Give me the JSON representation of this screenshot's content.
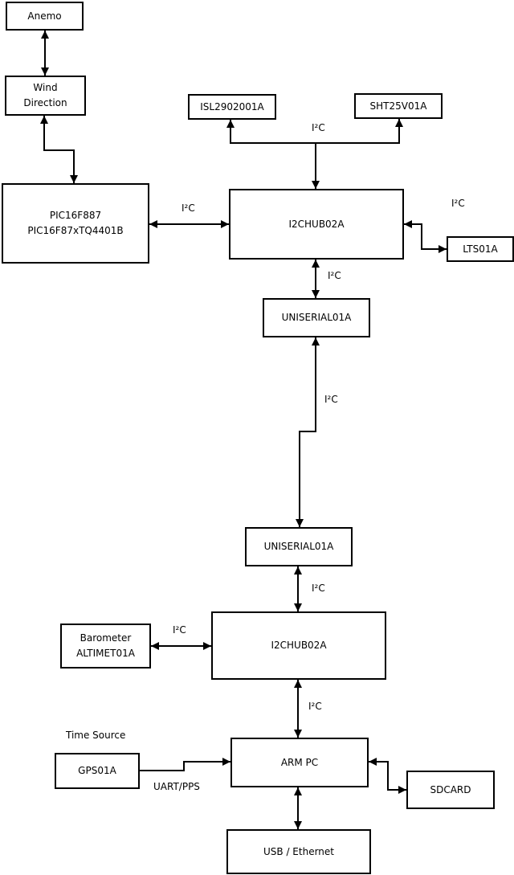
{
  "colors": {
    "background": "#ffffff",
    "line": "#000000",
    "box_fill": "#ffffff",
    "text": "#000000"
  },
  "nodes": {
    "anemo": {
      "label": "Anemo"
    },
    "wind_direction": {
      "label": "Wind\nDirection"
    },
    "pic": {
      "label": "PIC16F887\nPIC16F87xTQ4401B"
    },
    "isl": {
      "label": "ISL2902001A"
    },
    "sht": {
      "label": "SHT25V01A"
    },
    "i2c_hub_1": {
      "label": "I2CHUB02A"
    },
    "lts": {
      "label": "LTS01A"
    },
    "uniserial_1": {
      "label": "UNISERIAL01A"
    },
    "uniserial_2": {
      "label": "UNISERIAL01A"
    },
    "i2c_hub_2": {
      "label": "I2CHUB02A"
    },
    "barometer": {
      "label": "Barometer\nALTIMET01A"
    },
    "gps": {
      "label": "GPS01A"
    },
    "arm_pc": {
      "label": "ARM PC"
    },
    "sdcard": {
      "label": "SDCARD"
    },
    "usb_ethernet": {
      "label": "USB / Ethernet"
    }
  },
  "labels": {
    "i2c_top_bus": "I²C",
    "i2c_hub1_lts": "I²C",
    "i2c_pic_hub1": "I²C",
    "i2c_hub1_uniserial1": "I²C",
    "i2c_uniserial_link": "I²C",
    "i2c_uniserial2_hub2": "I²C",
    "i2c_barometer_hub2": "I²C",
    "i2c_hub2_armpc": "I²C",
    "time_source": "Time Source",
    "uart_pps": "UART/PPS"
  },
  "edges": [
    {
      "from": "anemo",
      "to": "wind_direction",
      "label": "",
      "direction": "bidirectional"
    },
    {
      "from": "wind_direction",
      "to": "pic",
      "label": "",
      "direction": "bidirectional"
    },
    {
      "from": "pic",
      "to": "i2c_hub_1",
      "label": "I²C",
      "direction": "bidirectional"
    },
    {
      "from": "i2c_hub_1",
      "to": "isl",
      "label": "I²C",
      "direction": "to"
    },
    {
      "from": "i2c_hub_1",
      "to": "sht",
      "label": "I²C",
      "direction": "to"
    },
    {
      "from": "i2c_hub_1",
      "to": "lts",
      "label": "I²C",
      "direction": "bidirectional"
    },
    {
      "from": "i2c_hub_1",
      "to": "uniserial_1",
      "label": "I²C",
      "direction": "bidirectional"
    },
    {
      "from": "uniserial_1",
      "to": "uniserial_2",
      "label": "I²C",
      "direction": "bidirectional"
    },
    {
      "from": "uniserial_2",
      "to": "i2c_hub_2",
      "label": "I²C",
      "direction": "bidirectional"
    },
    {
      "from": "barometer",
      "to": "i2c_hub_2",
      "label": "I²C",
      "direction": "bidirectional"
    },
    {
      "from": "i2c_hub_2",
      "to": "arm_pc",
      "label": "I²C",
      "direction": "bidirectional"
    },
    {
      "from": "gps",
      "to": "arm_pc",
      "label": "UART/PPS",
      "direction": "to"
    },
    {
      "from": "arm_pc",
      "to": "sdcard",
      "label": "",
      "direction": "bidirectional"
    },
    {
      "from": "arm_pc",
      "to": "usb_ethernet",
      "label": "",
      "direction": "bidirectional"
    }
  ]
}
